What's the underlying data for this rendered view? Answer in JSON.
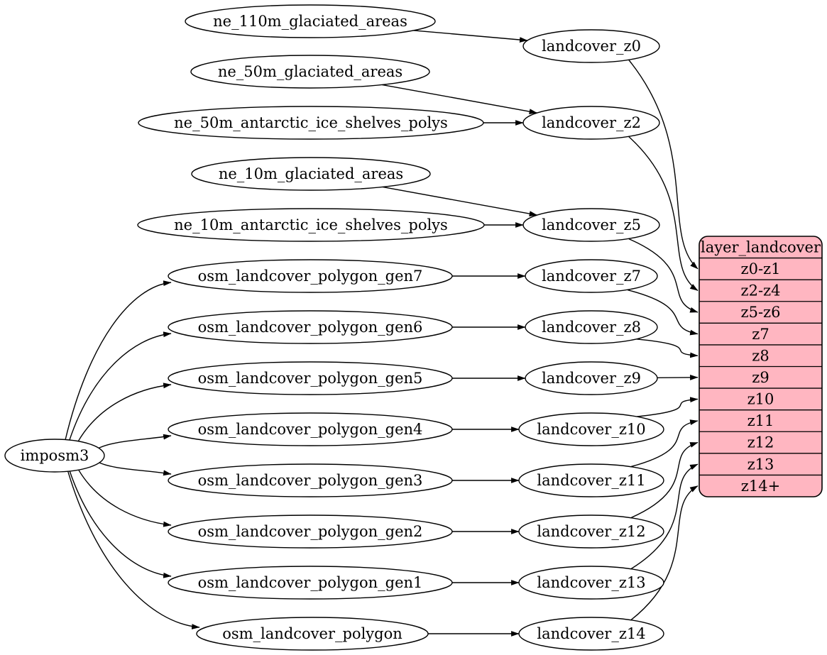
{
  "diagram": {
    "type": "dependency-graph",
    "colors": {
      "background": "#ffffff",
      "node_fill": "#ffffff",
      "node_stroke": "#000000",
      "edge_stroke": "#000000",
      "table_fill": "#ffb6c1",
      "table_stroke": "#000000",
      "text": "#000000"
    },
    "root_node": {
      "id": "imposm3",
      "label": "imposm3"
    },
    "source_nodes": [
      {
        "id": "ne_110m_glaciated_areas",
        "label": "ne_110m_glaciated_areas"
      },
      {
        "id": "ne_50m_glaciated_areas",
        "label": "ne_50m_glaciated_areas"
      },
      {
        "id": "ne_50m_antarctic_ice_shelves_polys",
        "label": "ne_50m_antarctic_ice_shelves_polys"
      },
      {
        "id": "ne_10m_glaciated_areas",
        "label": "ne_10m_glaciated_areas"
      },
      {
        "id": "ne_10m_antarctic_ice_shelves_polys",
        "label": "ne_10m_antarctic_ice_shelves_polys"
      },
      {
        "id": "osm_landcover_polygon_gen7",
        "label": "osm_landcover_polygon_gen7"
      },
      {
        "id": "osm_landcover_polygon_gen6",
        "label": "osm_landcover_polygon_gen6"
      },
      {
        "id": "osm_landcover_polygon_gen5",
        "label": "osm_landcover_polygon_gen5"
      },
      {
        "id": "osm_landcover_polygon_gen4",
        "label": "osm_landcover_polygon_gen4"
      },
      {
        "id": "osm_landcover_polygon_gen3",
        "label": "osm_landcover_polygon_gen3"
      },
      {
        "id": "osm_landcover_polygon_gen2",
        "label": "osm_landcover_polygon_gen2"
      },
      {
        "id": "osm_landcover_polygon_gen1",
        "label": "osm_landcover_polygon_gen1"
      },
      {
        "id": "osm_landcover_polygon",
        "label": "osm_landcover_polygon"
      }
    ],
    "layer_nodes": [
      {
        "id": "landcover_z0",
        "label": "landcover_z0"
      },
      {
        "id": "landcover_z2",
        "label": "landcover_z2"
      },
      {
        "id": "landcover_z5",
        "label": "landcover_z5"
      },
      {
        "id": "landcover_z7",
        "label": "landcover_z7"
      },
      {
        "id": "landcover_z8",
        "label": "landcover_z8"
      },
      {
        "id": "landcover_z9",
        "label": "landcover_z9"
      },
      {
        "id": "landcover_z10",
        "label": "landcover_z10"
      },
      {
        "id": "landcover_z11",
        "label": "landcover_z11"
      },
      {
        "id": "landcover_z12",
        "label": "landcover_z12"
      },
      {
        "id": "landcover_z13",
        "label": "landcover_z13"
      },
      {
        "id": "landcover_z14",
        "label": "landcover_z14"
      }
    ],
    "table": {
      "id": "layer_landcover",
      "title": "layer_landcover",
      "rows": [
        "z0-z1",
        "z2-z4",
        "z5-z6",
        "z7",
        "z8",
        "z9",
        "z10",
        "z11",
        "z12",
        "z13",
        "z14+"
      ]
    },
    "edges": [
      {
        "from": "imposm3",
        "to": "osm_landcover_polygon_gen7"
      },
      {
        "from": "imposm3",
        "to": "osm_landcover_polygon_gen6"
      },
      {
        "from": "imposm3",
        "to": "osm_landcover_polygon_gen5"
      },
      {
        "from": "imposm3",
        "to": "osm_landcover_polygon_gen4"
      },
      {
        "from": "imposm3",
        "to": "osm_landcover_polygon_gen3"
      },
      {
        "from": "imposm3",
        "to": "osm_landcover_polygon_gen2"
      },
      {
        "from": "imposm3",
        "to": "osm_landcover_polygon_gen1"
      },
      {
        "from": "imposm3",
        "to": "osm_landcover_polygon"
      },
      {
        "from": "ne_110m_glaciated_areas",
        "to": "landcover_z0"
      },
      {
        "from": "ne_50m_glaciated_areas",
        "to": "landcover_z2"
      },
      {
        "from": "ne_50m_antarctic_ice_shelves_polys",
        "to": "landcover_z2"
      },
      {
        "from": "ne_10m_glaciated_areas",
        "to": "landcover_z5"
      },
      {
        "from": "ne_10m_antarctic_ice_shelves_polys",
        "to": "landcover_z5"
      },
      {
        "from": "osm_landcover_polygon_gen7",
        "to": "landcover_z7"
      },
      {
        "from": "osm_landcover_polygon_gen6",
        "to": "landcover_z8"
      },
      {
        "from": "osm_landcover_polygon_gen5",
        "to": "landcover_z9"
      },
      {
        "from": "osm_landcover_polygon_gen4",
        "to": "landcover_z10"
      },
      {
        "from": "osm_landcover_polygon_gen3",
        "to": "landcover_z11"
      },
      {
        "from": "osm_landcover_polygon_gen2",
        "to": "landcover_z12"
      },
      {
        "from": "osm_landcover_polygon_gen1",
        "to": "landcover_z13"
      },
      {
        "from": "osm_landcover_polygon",
        "to": "landcover_z14"
      },
      {
        "from": "landcover_z0",
        "to_row": "z0-z1"
      },
      {
        "from": "landcover_z2",
        "to_row": "z2-z4"
      },
      {
        "from": "landcover_z5",
        "to_row": "z5-z6"
      },
      {
        "from": "landcover_z7",
        "to_row": "z7"
      },
      {
        "from": "landcover_z8",
        "to_row": "z8"
      },
      {
        "from": "landcover_z9",
        "to_row": "z9"
      },
      {
        "from": "landcover_z10",
        "to_row": "z10"
      },
      {
        "from": "landcover_z11",
        "to_row": "z11"
      },
      {
        "from": "landcover_z12",
        "to_row": "z12"
      },
      {
        "from": "landcover_z13",
        "to_row": "z13"
      },
      {
        "from": "landcover_z14",
        "to_row": "z14+"
      }
    ]
  }
}
